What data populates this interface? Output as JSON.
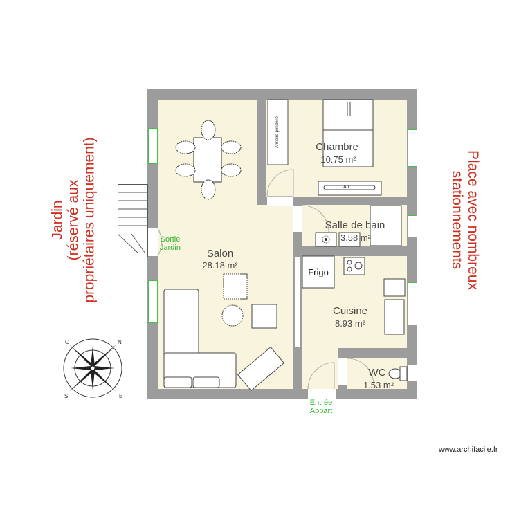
{
  "rooms": {
    "salon": {
      "name": "Salon",
      "area": "28.18 m²"
    },
    "chambre": {
      "name": "Chambre",
      "area": "10.75 m²"
    },
    "salle_de_bain": {
      "name": "Salle de bain",
      "area": "3.58 m²"
    },
    "cuisine": {
      "name": "Cuisine",
      "area": "8.93 m²"
    },
    "wc": {
      "name": "WC",
      "area": "1.53 m²"
    }
  },
  "labels": {
    "sortie_jardin": [
      "Sortie",
      "Jardin"
    ],
    "entree_appart": [
      "Entrée",
      "Appart"
    ],
    "frigo": "Frigo",
    "armoire": "Armoire penderie",
    "ac": "A.I"
  },
  "outside": {
    "jardin": [
      "Jardin",
      "(réservé aux",
      "propriétaires uniquement)"
    ],
    "parking": [
      "Place avec nombreux",
      "stationnements"
    ]
  },
  "compass": {
    "labels": [
      "O",
      "N",
      "E",
      "S"
    ]
  },
  "credit": "www.archifacile.fr",
  "colors": {
    "wall": "#9c9c9c",
    "floor": "#f8f4de",
    "outside_text": "#cc3322",
    "annotation": "#2fb52f",
    "window": "#46c046"
  }
}
